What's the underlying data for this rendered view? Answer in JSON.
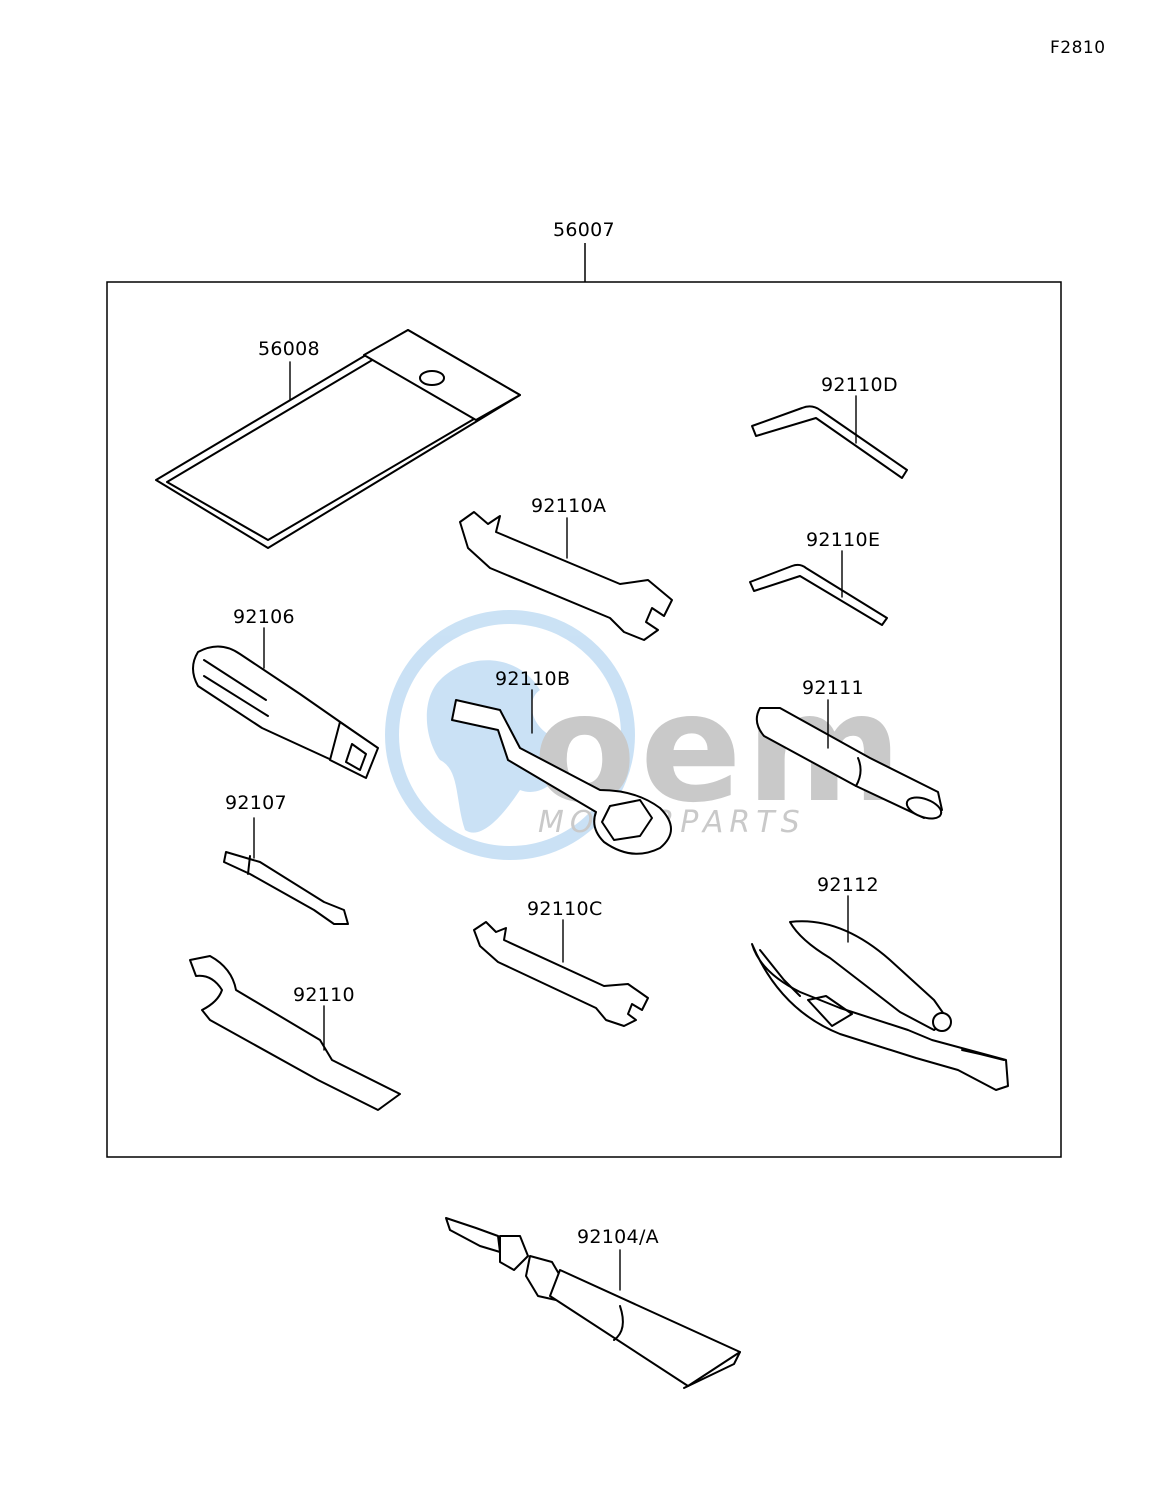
{
  "diagram": {
    "code": "F2810",
    "kit_label": "56007",
    "watermark": {
      "brand": "oem",
      "tagline": "MOTORPARTS",
      "globe_color": "#b9d8f2",
      "brand_color": "#b8b8b8"
    },
    "parts": [
      {
        "id": "pouch",
        "label": "56008",
        "icon": "tool-pouch-icon"
      },
      {
        "id": "hex-key-d",
        "label": "92110D",
        "icon": "hex-key-icon"
      },
      {
        "id": "wrench-a",
        "label": "92110A",
        "icon": "open-end-wrench-icon"
      },
      {
        "id": "hex-key-e",
        "label": "92110E",
        "icon": "hex-key-icon"
      },
      {
        "id": "driver-handle",
        "label": "92106",
        "icon": "screwdriver-handle-icon"
      },
      {
        "id": "box-wrench-b",
        "label": "92110B",
        "icon": "box-end-wrench-icon"
      },
      {
        "id": "extension",
        "label": "92111",
        "icon": "extension-bar-icon"
      },
      {
        "id": "bit",
        "label": "92107",
        "icon": "screwdriver-bit-icon"
      },
      {
        "id": "wrench-c",
        "label": "92110C",
        "icon": "open-end-wrench-icon"
      },
      {
        "id": "pliers",
        "label": "92112",
        "icon": "pliers-icon"
      },
      {
        "id": "spanner",
        "label": "92110",
        "icon": "hook-spanner-icon"
      },
      {
        "id": "repair-kit",
        "label": "92104/A",
        "icon": "tire-repair-tube-icon"
      }
    ]
  }
}
